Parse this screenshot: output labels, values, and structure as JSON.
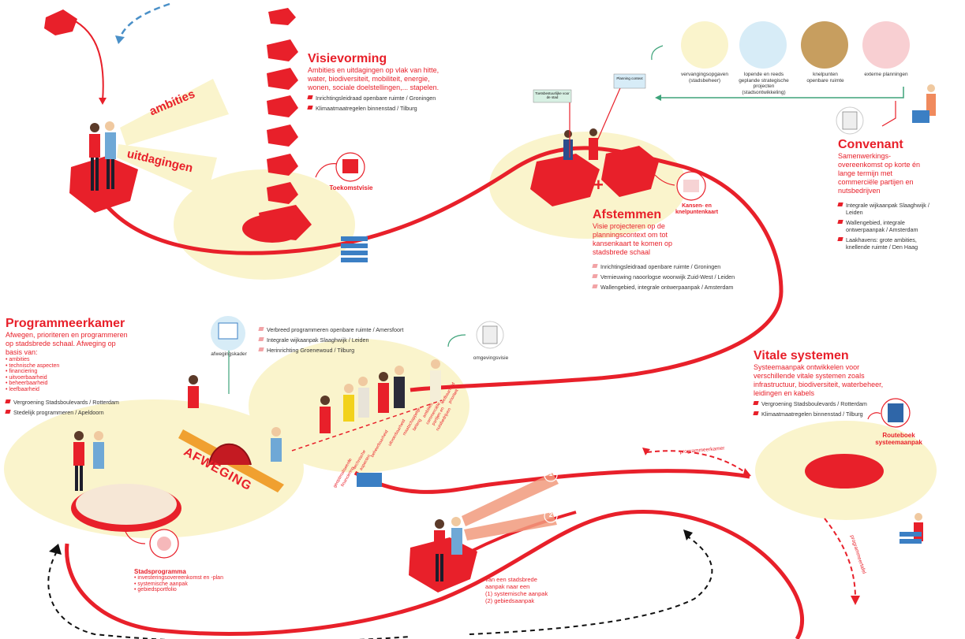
{
  "colors": {
    "red": "#e8202a",
    "cream": "#faf4cc",
    "blue": "#4a90c8",
    "green": "#3ea37a"
  },
  "visievorming": {
    "title": "Visievorming",
    "desc": "Ambities en uitdagingen op vlak van hitte, water, biodiversiteit, mobiliteit, energie, wonen, sociale doelstellingen,... stapelen.",
    "refs": [
      "Inrichtingsleidraad openbare ruimte / Groningen",
      "Klimaatmaatregelen binnenstad / Tilburg"
    ]
  },
  "labels": {
    "ambities": "ambities",
    "uitdagingen": "uitdagingen",
    "toekomstvisie": "Toekomstvisie",
    "kansenkaart": "Kansen- en knelpuntenkaart",
    "routeboek": "Routeboek systeemaanpak",
    "stadsprogramma": "Stadsprogramma",
    "afwegingskader": "afwegingskader",
    "omgevingsvisie": "omgevingsvisie",
    "programmeerkamer_arrow": "programmeerkamer",
    "programmeertafel_arrow": "programmeertafel",
    "afweging": "AFWEGING",
    "toetsing_sign": "Toetsbestuurlijke voor de stad",
    "planning_sign": "Planning context"
  },
  "external": {
    "items": [
      "vervangingsopgaven (stadsbeheer)",
      "lopende en reeds geplande strategische projecten (stadsontwikkeling)",
      "knelpunten openbare ruimte",
      "externe planningen"
    ]
  },
  "afstemmen": {
    "title": "Afstemmen",
    "desc": "Visie projecteren op de planningscontext om tot kansenkaart te komen op stadsbrede schaal",
    "refs": [
      "Inrichtingsleidraad openbare ruimte / Groningen",
      "Vernieuwing naoorlogse woonwijk Zuid-West / Leiden",
      "Wallengebied, integrale ontwerpaanpak / Amsterdam"
    ]
  },
  "convenant": {
    "title": "Convenant",
    "desc": "Samenwerkings-overeenkomst op korte én lange termijn met commerciële partijen en nutsbedrijven",
    "refs": [
      "Integrale wijkaanpak Slaaghwijk / Leiden",
      "Wallengebied, integrale ontwerpaanpak / Amsterdam",
      "Laakhavens: grote ambities, knellende ruimte / Den Haag"
    ]
  },
  "programmeerkamer": {
    "title": "Programmeerkamer",
    "desc": "Afwegen, prioriteren en programmeren op stadsbrede schaal. Afweging op basis van:",
    "criteria": [
      "ambities",
      "technische aspecten",
      "financiering",
      "uitvoerbaarheid",
      "beheerbaarheid",
      "leefbaarheid"
    ],
    "refs": [
      "Vergroening Stadsboulevards / Rotterdam",
      "Stedelijk programmeren / Apeldoorn"
    ]
  },
  "middle_refs": [
    "Verbreed programmeren openbare ruimte / Amersfoort",
    "Integrale wijkaanpak Slaaghwijk / Leiden",
    "Herinrichting Groenewoud / Tilburg"
  ],
  "criteria_diag": [
    "leefbaarheid prioriteit",
    "ambities commerciële partijen en nutsbedrijven",
    "maatschappelijk belang",
    "uitvoerbaarheid",
    "beheerbaarheid",
    "technische aspecten",
    "geoptimaliseerde financiering"
  ],
  "vitale": {
    "title": "Vitale systemen",
    "desc": "Systeemaanpak ontwikkelen voor verschillende vitale systemen zoals infrastructuur, biodiversiteit, waterbeheer, leidingen en kabels",
    "refs": [
      "Vergroening Stadsboulevards / Rotterdam",
      "Klimaatmaatregelen binnenstad / Tilburg"
    ]
  },
  "stadsprogramma": {
    "items": [
      "investeringsovereenkomst en -plan",
      "systemische aanpak",
      "gebiedsportfolio"
    ]
  },
  "bottom": {
    "lines": [
      "van een stadsbrede",
      "aanpak naar een",
      "(1) systemische aanpak",
      "(2) gebiedsaanpak"
    ],
    "num1": "1",
    "num2": "2"
  }
}
